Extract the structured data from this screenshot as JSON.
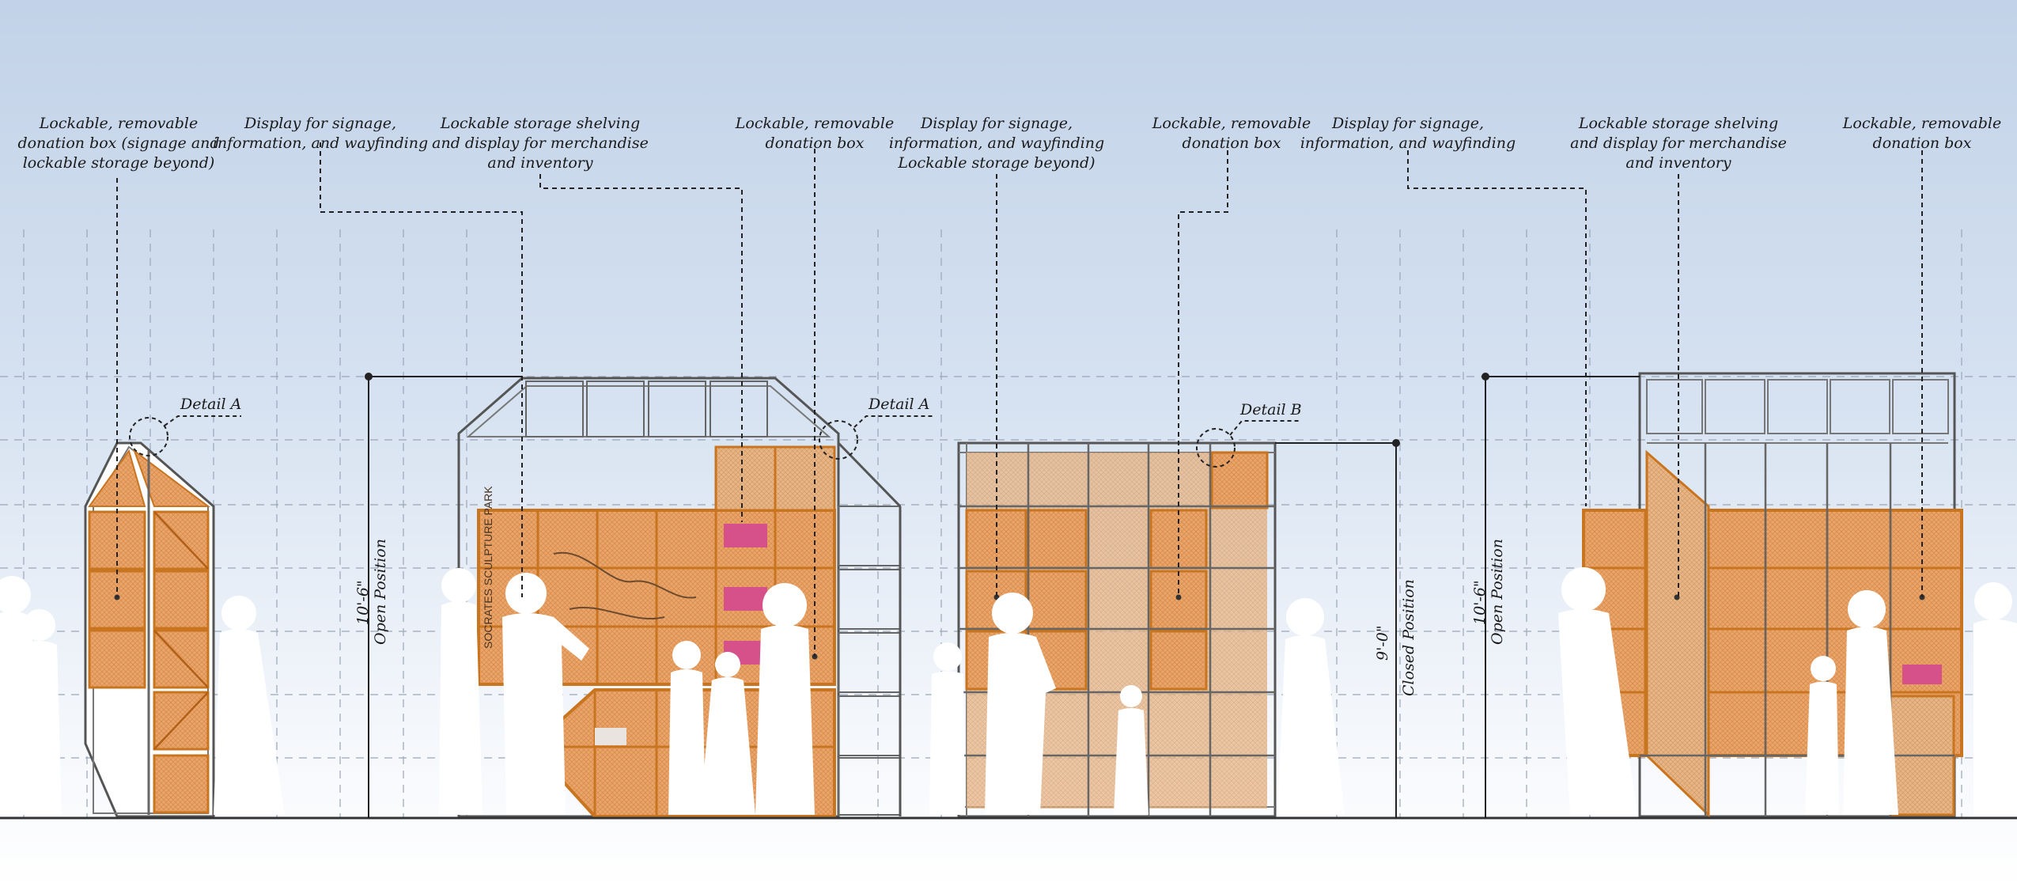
{
  "callouts": [
    {
      "lines": [
        "Lockable, removable",
        "donation box (signage and",
        "lockable storage beyond)"
      ]
    },
    {
      "lines": [
        "Display for signage,",
        "information, and wayfinding"
      ]
    },
    {
      "lines": [
        "Lockable storage shelving",
        "and display for merchandise",
        "and inventory"
      ]
    },
    {
      "lines": [
        "Lockable, removable",
        "donation box"
      ]
    },
    {
      "lines": [
        "Display for signage,",
        "information, and wayfinding",
        "Lockable storage beyond)"
      ]
    },
    {
      "lines": [
        "Lockable, removable",
        "donation box"
      ]
    },
    {
      "lines": [
        "Display for signage,",
        "information, and wayfinding"
      ]
    },
    {
      "lines": [
        "Lockable storage shelving",
        "and display for merchandise",
        "and inventory"
      ]
    },
    {
      "lines": [
        "Lockable, removable",
        "donation box"
      ]
    }
  ],
  "details": [
    {
      "label": "Detail A"
    },
    {
      "label": "Detail A"
    },
    {
      "label": "Detail B"
    }
  ],
  "dimensions": [
    {
      "value": "10'-6\"",
      "state": "Open Position"
    },
    {
      "value": "9'-0\"",
      "state": "Closed Position"
    },
    {
      "value": "10'-6\"",
      "state": "Open Position"
    }
  ],
  "signage": {
    "park_name": "SOCRATES SCULPTURE PARK"
  },
  "colors": {
    "sky_top": "#c2d2e8",
    "sky_bottom": "#ffffff",
    "panel_fill": "#e9a36a",
    "panel_stroke": "#c9751f",
    "frame": "#555555",
    "silhouette": "#ffffff",
    "ground": "#333333"
  }
}
